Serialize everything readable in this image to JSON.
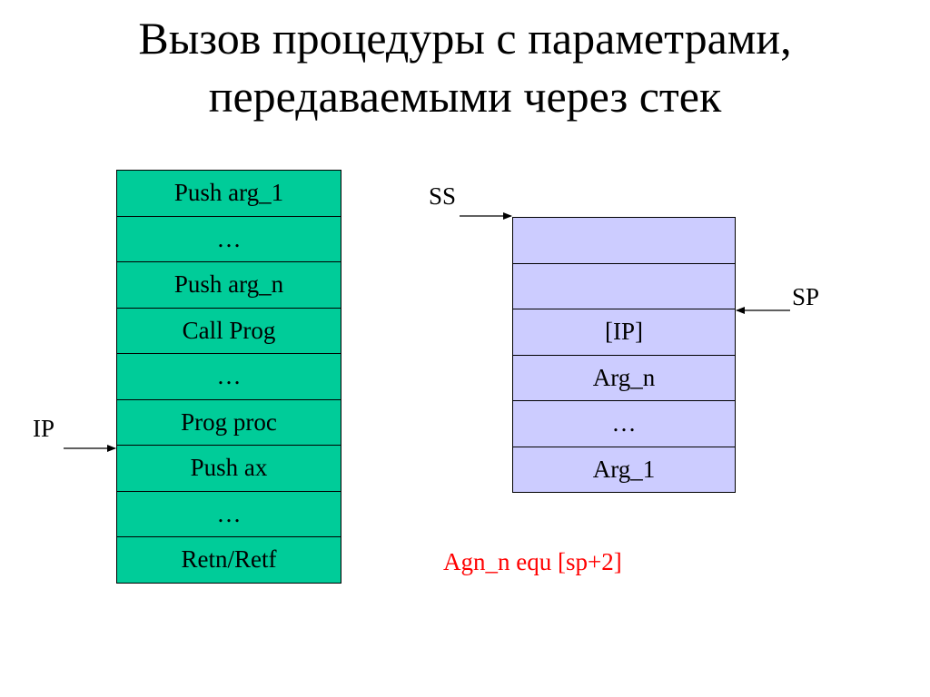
{
  "slide": {
    "title_line1": "Вызов процедуры с параметрами,",
    "title_line2": "передаваемыми через стек"
  },
  "code_stack": {
    "rows": [
      "Push arg_1",
      "…",
      "Push arg_n",
      "Call Prog",
      "…",
      "Prog proc",
      "Push ax",
      "…",
      "Retn/Retf"
    ]
  },
  "memory_stack": {
    "rows": [
      "",
      "",
      "[IP]",
      "Arg_n",
      "…",
      "Arg_1"
    ]
  },
  "labels": {
    "ip": "IP",
    "ss": "SS",
    "sp": "SP"
  },
  "note": {
    "text": "Agn_n equ [sp+2]",
    "color": "#ff0000"
  },
  "colors": {
    "code_fill": "#00cc99",
    "stack_fill": "#ccccff"
  }
}
